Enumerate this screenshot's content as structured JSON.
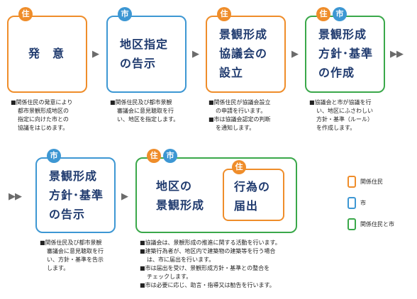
{
  "badges": {
    "resident": "住",
    "city": "市"
  },
  "steps": [
    {
      "title1": "発　意",
      "title2": ""
    },
    {
      "title1": "地区指定",
      "title2": "の告示"
    },
    {
      "title1": "景観形成",
      "title2": "協議会の",
      "title3": "設立"
    },
    {
      "title1": "景観形成",
      "title2": "方針･基準",
      "title3": "の作成"
    },
    {
      "title1": "景観形成",
      "title2": "方針･基準",
      "title3": "の告示"
    },
    {
      "title1": "地区の",
      "title2": "景観形成"
    }
  ],
  "inner_box": {
    "title1": "行為の",
    "title2": "届出"
  },
  "arrows": {
    "single": "▶",
    "double": "▶▶"
  },
  "notes": {
    "step1": [
      "■関係住民の発意により",
      "都市景観形成地区の",
      "指定に向けた市との",
      "協議をはじめます。"
    ],
    "step2": [
      "■関係住民及び都市景観",
      "審議会に意見聴取を行",
      "い、地区を指定します。"
    ],
    "step3": [
      "■関係住民が協議会設立",
      "の申請を行います。",
      "■市は協議会認定の判断",
      "を通知します。"
    ],
    "step4": [
      "■協議会と市が協議を行",
      "い、地区にふさわしい",
      "方針・基準（ルール）",
      "を作成します。"
    ],
    "step5": [
      "■関係住民及び都市景観",
      "審議会に意見聴取を行",
      "い、方針・基準を告示",
      "します。"
    ],
    "step6": [
      "■協議会は、景観形成の推進に関する活動を行います。",
      "■建築行為者が、地区内で建築物の建築等を行う場合",
      "は、市に届出を行います。",
      "■市は届出を受け、景観形成方針・基準との整合を",
      "チェックします。",
      "■市は必要に応じ、助言・指導又は勧告を行います。"
    ]
  },
  "legend": [
    {
      "label": "関係住民",
      "color": "#ef8d2a"
    },
    {
      "label": "市",
      "color": "#3d97d3"
    },
    {
      "label": "関係住民と市",
      "color": "#3aa84a"
    }
  ],
  "colors": {
    "resident": "#ef8d2a",
    "city": "#3d97d3",
    "both": "#3aa84a",
    "title": "#1f3a6e"
  }
}
